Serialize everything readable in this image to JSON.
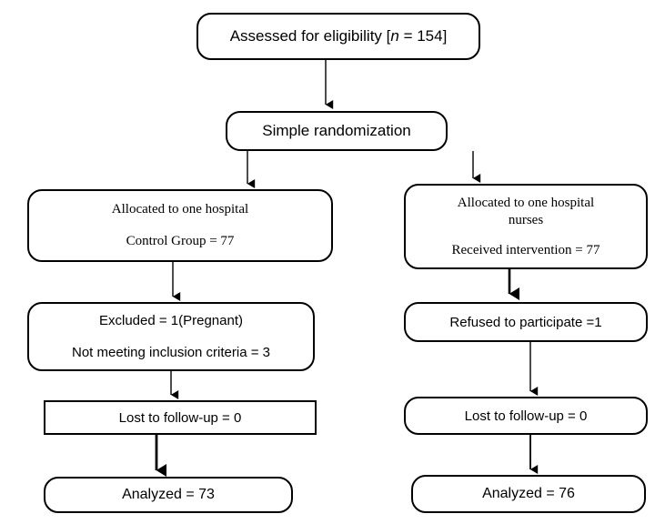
{
  "diagram": {
    "title": "CONSORT participant flow diagram",
    "background_color": "#ffffff",
    "line_color": "#000000",
    "nodes": {
      "assessed": {
        "id": "assessed",
        "shape": "rounded-rectangle",
        "text_prefix": "Assessed for eligibility  [",
        "italic_symbol": "n",
        "text_suffix": " = 154]",
        "full_text": "Assessed for eligibility [n = 154]",
        "value": 154
      },
      "randomization": {
        "id": "randomization",
        "shape": "rounded-rectangle",
        "label": "Simple randomization"
      },
      "allocated_left": {
        "id": "allocated-control",
        "shape": "rounded-rectangle",
        "line1": "Allocated to one hospital",
        "line2": "Control Group = 77",
        "value": 77
      },
      "allocated_right": {
        "id": "allocated-intervention",
        "shape": "rounded-rectangle",
        "line1": "Allocated to one hospital",
        "line2": "nurses",
        "line3": "Received intervention = 77",
        "value": 77
      },
      "excluded_left": {
        "id": "excluded",
        "shape": "rounded-rectangle",
        "line1": "Excluded = 1(Pregnant)",
        "line2": "Not meeting inclusion criteria = 3",
        "excluded_pregnant": 1,
        "not_meeting_criteria": 3
      },
      "refused_right": {
        "id": "refused",
        "shape": "rounded-rectangle",
        "label": "Refused to participate =1",
        "value": 1
      },
      "lost_left": {
        "id": "lost-to-followup-control",
        "shape": "rectangle",
        "label": "Lost to follow-up = 0",
        "value": 0
      },
      "lost_right": {
        "id": "lost-to-followup-intervention",
        "shape": "rounded-rectangle",
        "label": "Lost to follow-up = 0",
        "value": 0
      },
      "analyzed_left": {
        "id": "analyzed-control",
        "shape": "rounded-rectangle",
        "label": "Analyzed = 73",
        "value": 73
      },
      "analyzed_right": {
        "id": "analyzed-intervention",
        "shape": "rounded-rectangle",
        "label": "Analyzed = 76",
        "value": 76
      }
    },
    "connectors": [
      {
        "name": "assessed-to-randomization",
        "from": "assessed",
        "to": "randomization",
        "style": "thin-arrow"
      },
      {
        "name": "randomization-to-allocated-left",
        "from": "randomization",
        "to": "allocated_left",
        "style": "thin-arrow"
      },
      {
        "name": "randomization-to-allocated-right",
        "from": "randomization",
        "to": "allocated_right",
        "style": "thin-arrow"
      },
      {
        "name": "allocated-left-to-excluded",
        "from": "allocated_left",
        "to": "excluded_left",
        "style": "thin-arrow"
      },
      {
        "name": "allocated-right-to-refused",
        "from": "allocated_right",
        "to": "refused_right",
        "style": "thick-arrow"
      },
      {
        "name": "excluded-to-lost-left",
        "from": "excluded_left",
        "to": "lost_left",
        "style": "thin-arrow"
      },
      {
        "name": "refused-to-lost-right",
        "from": "refused_right",
        "to": "lost_right",
        "style": "thin-arrow"
      },
      {
        "name": "lost-left-to-analyzed-left",
        "from": "lost_left",
        "to": "analyzed_left",
        "style": "thick-arrow"
      },
      {
        "name": "lost-right-to-analyzed-right",
        "from": "lost_right",
        "to": "analyzed_right",
        "style": "thin-arrow"
      }
    ]
  }
}
